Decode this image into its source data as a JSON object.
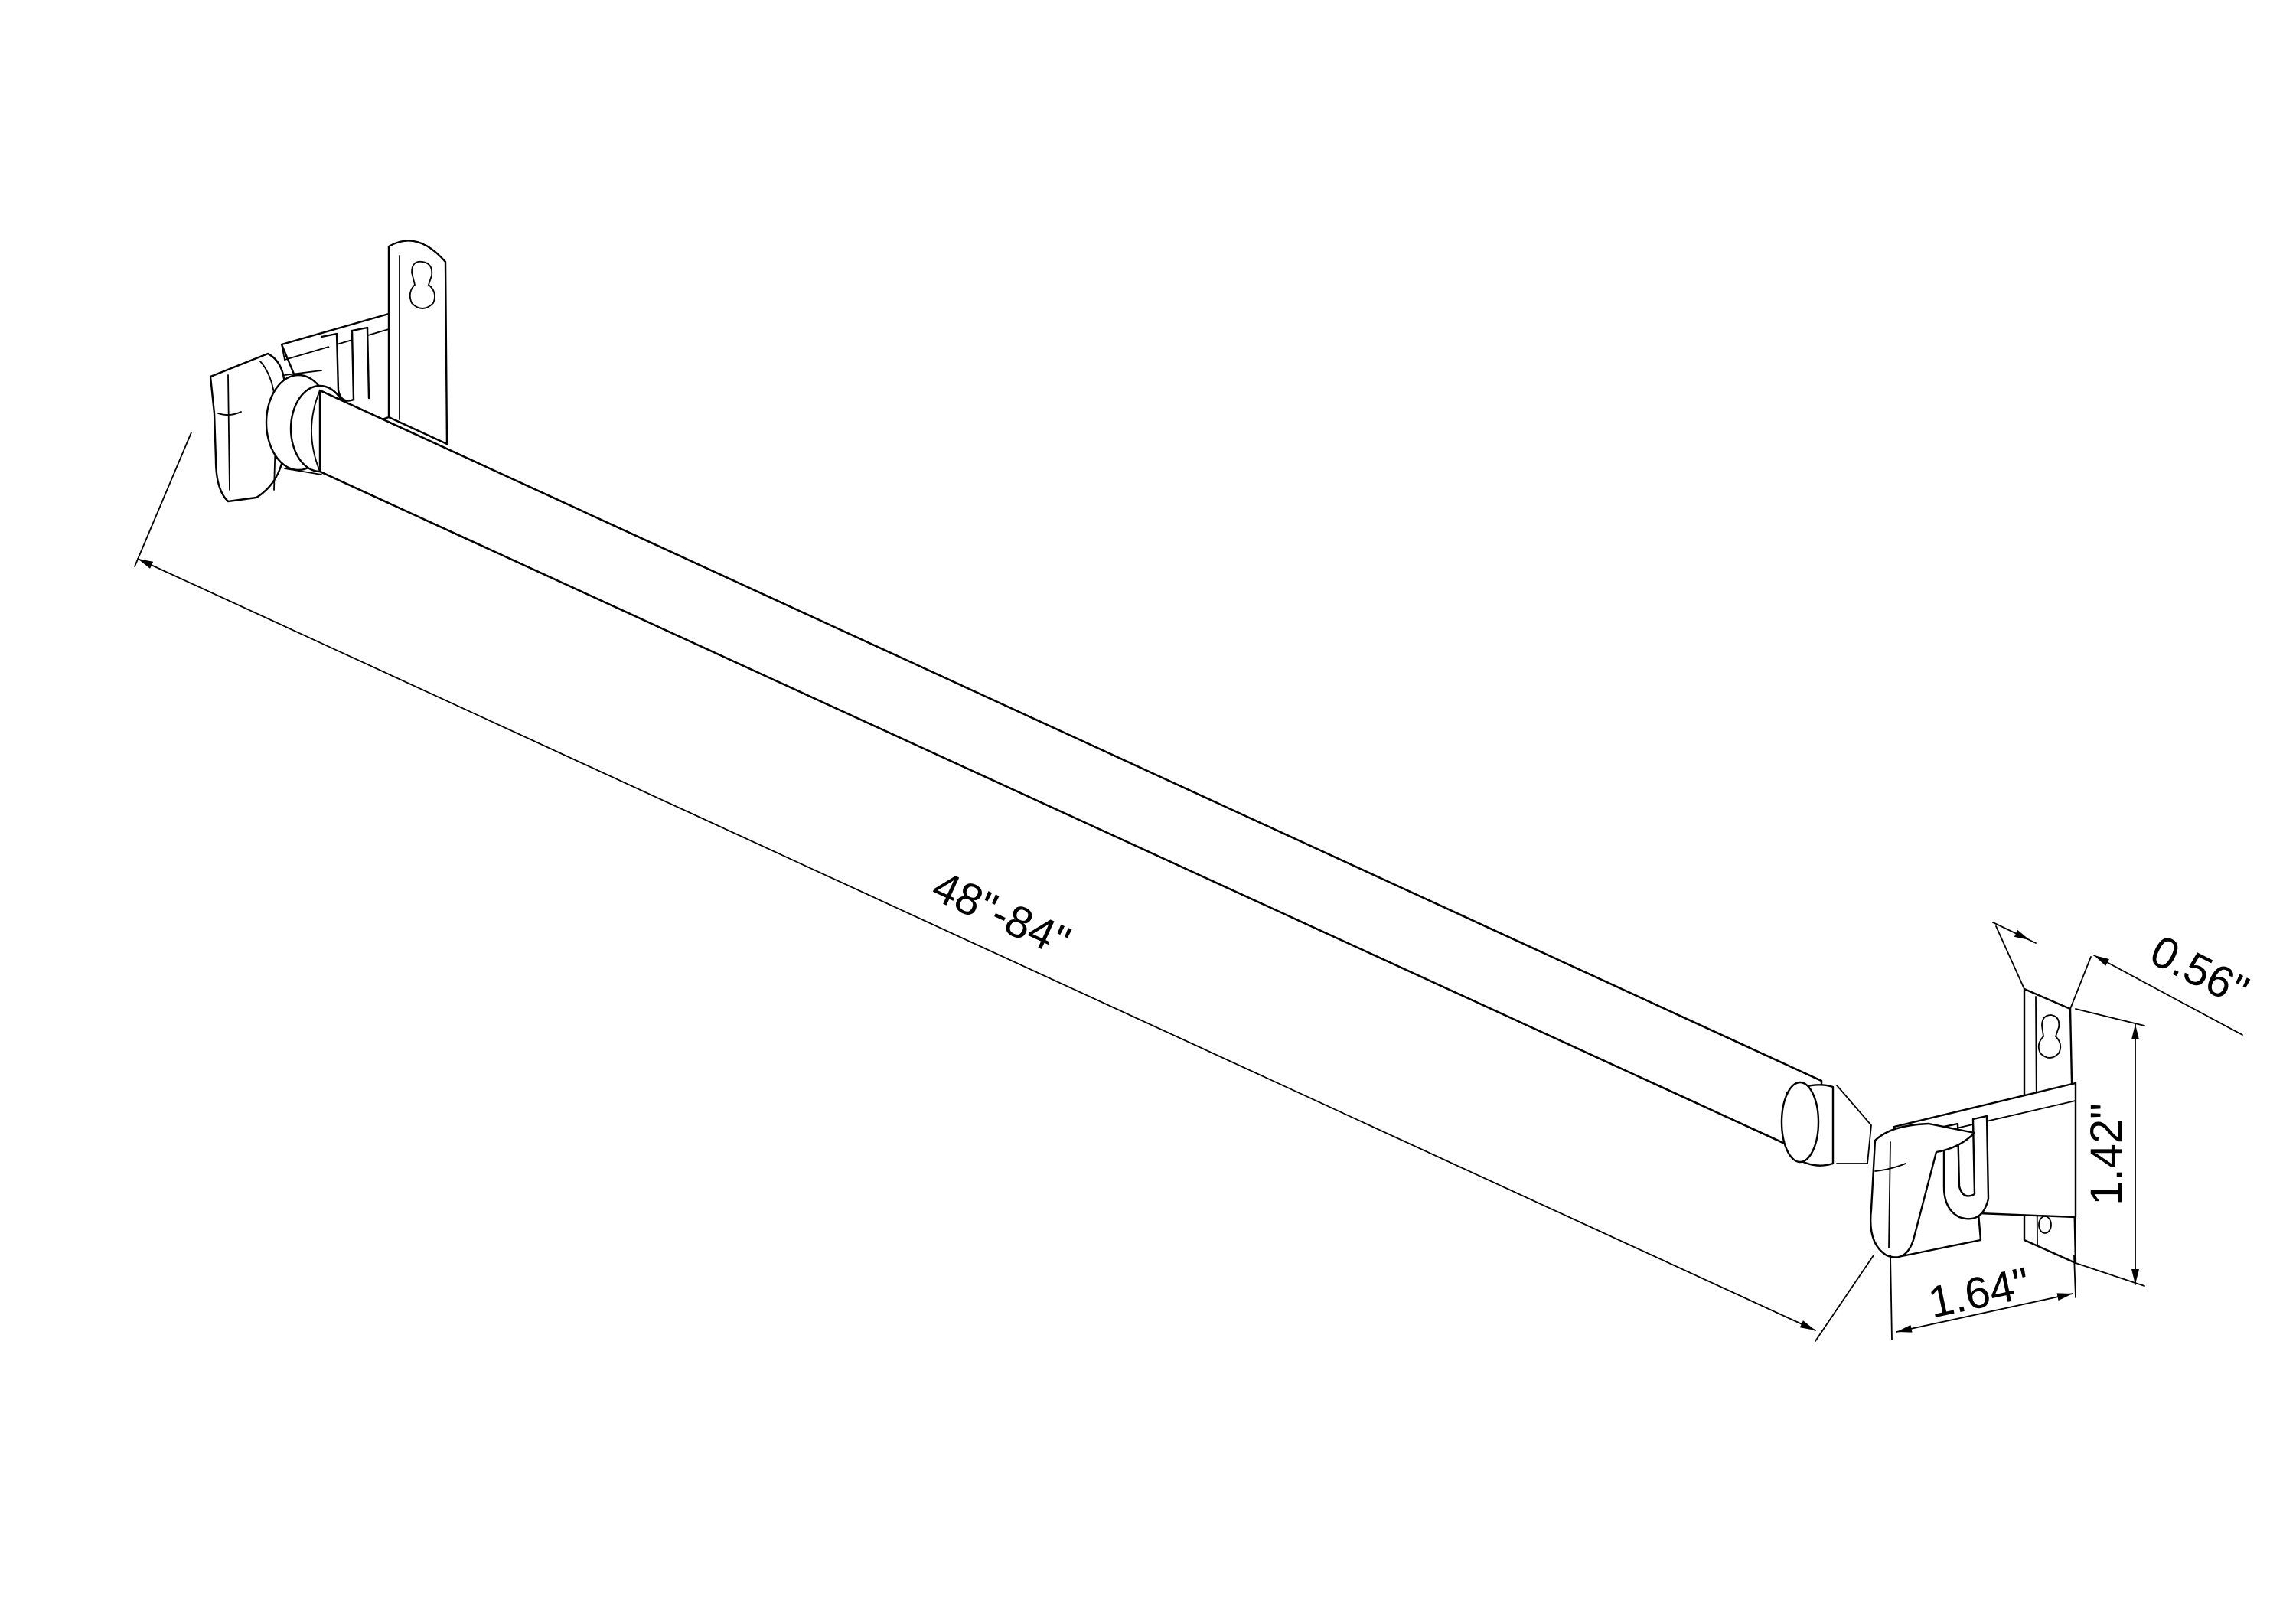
{
  "drawing": {
    "subject": "adjustable curtain rod with wall brackets",
    "dimensions": {
      "length": "48\"-84\"",
      "bracket_projection": "1.64\"",
      "bracket_height": "1.42\"",
      "bracket_depth": "0.56\""
    }
  }
}
